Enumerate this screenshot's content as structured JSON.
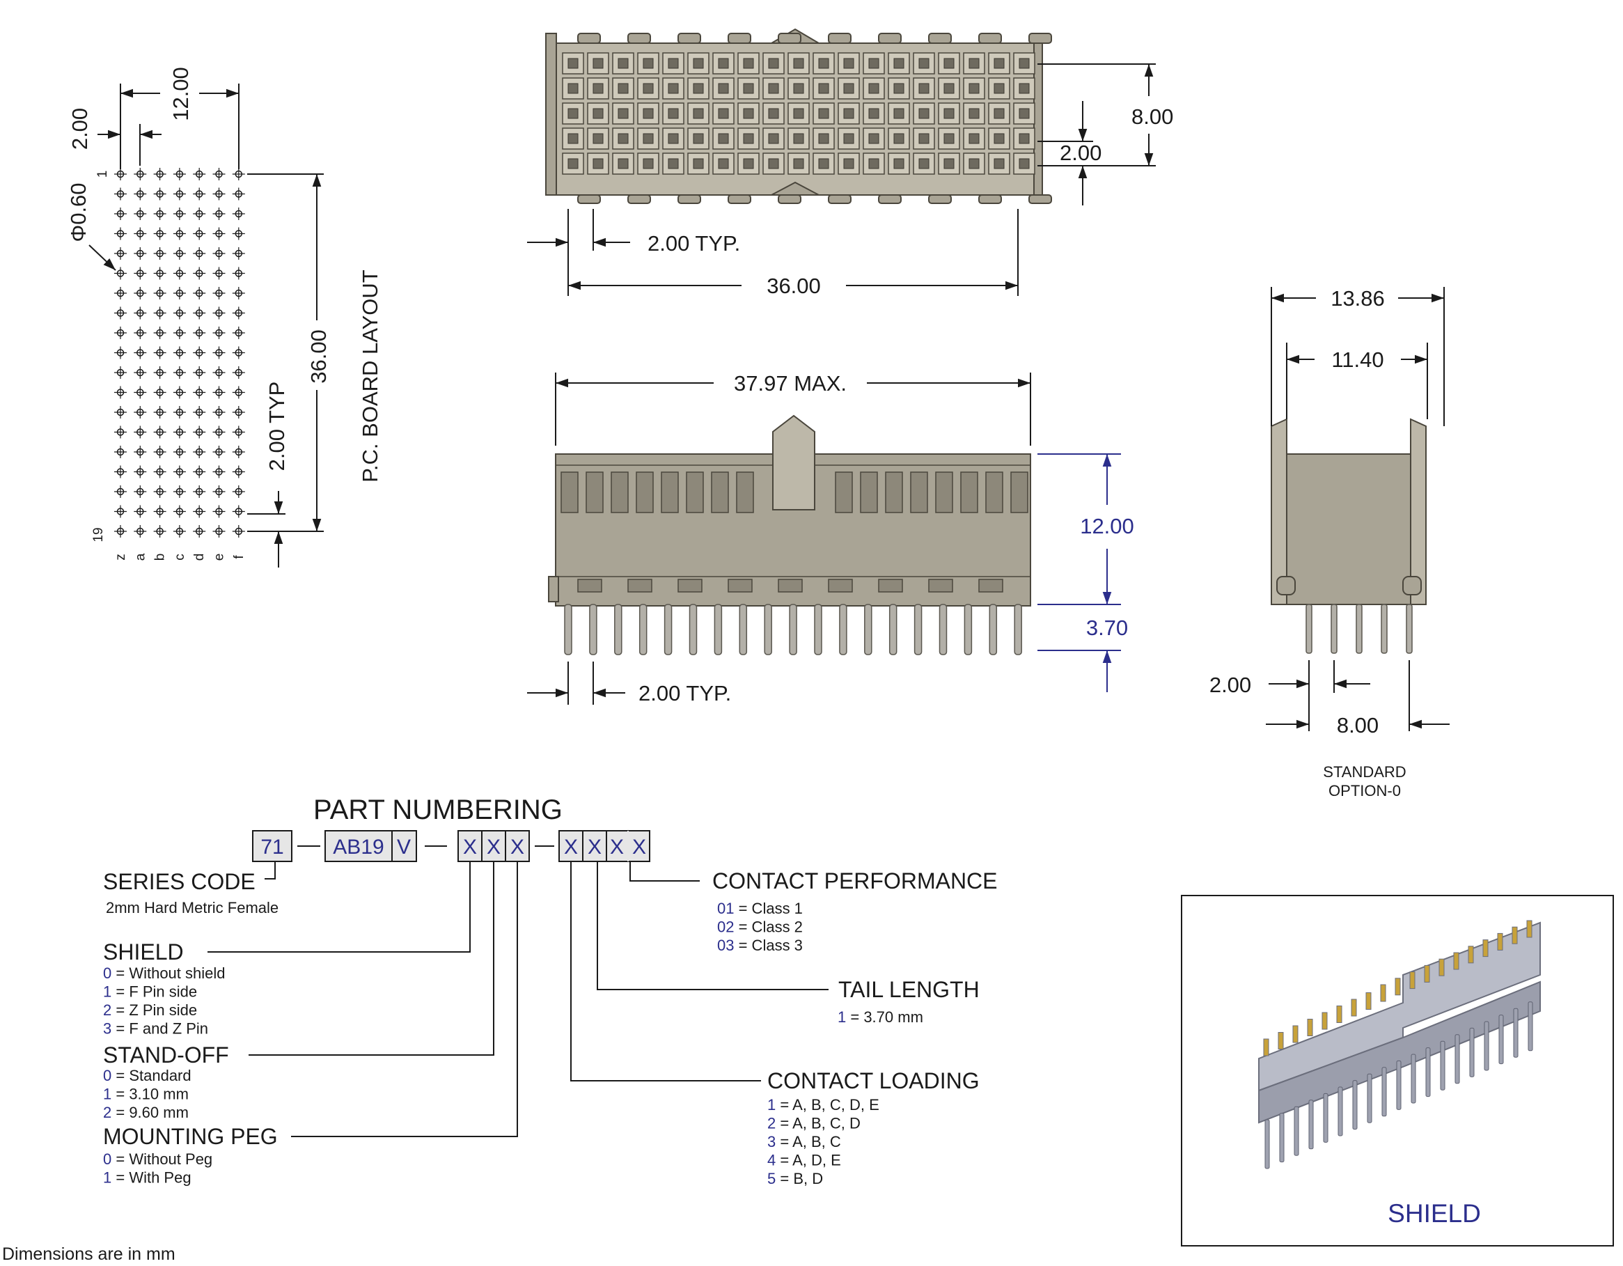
{
  "pcb_layout": {
    "title": "P.C. BOARD LAYOUT",
    "dim_pitch_top": "2.00",
    "dim_width": "12.00",
    "dim_hole": "0.60",
    "hole_symbol": "Φ",
    "dim_length": "36.00",
    "dim_typ": "2.00 TYP",
    "row_first": "1",
    "row_last": "19",
    "columns": [
      "z",
      "a",
      "b",
      "c",
      "d",
      "e",
      "f"
    ]
  },
  "top_view": {
    "dim_height": "8.00",
    "dim_row_pitch": "2.00",
    "dim_pitch_typ": "2.00 TYP.",
    "dim_length": "36.00"
  },
  "front_view": {
    "dim_max": "37.97 MAX.",
    "dim_height": "12.00",
    "dim_tail": "3.70",
    "dim_pitch_typ": "2.00 TYP."
  },
  "side_view": {
    "dim_outer": "13.86",
    "dim_inner": "11.40",
    "dim_pitch": "2.00",
    "dim_span": "8.00",
    "caption_line1": "STANDARD",
    "caption_line2": "OPTION-0"
  },
  "part_numbering": {
    "title": "PART NUMBERING",
    "box_series": "71",
    "box_model": "AB19",
    "box_v": "V",
    "placeholder": "X",
    "series_code": {
      "heading": "SERIES CODE",
      "desc": "2mm Hard Metric Female"
    },
    "shield": {
      "heading": "SHIELD",
      "options": [
        {
          "code": "0",
          "text": " = Without shield"
        },
        {
          "code": "1",
          "text": " =  F Pin side"
        },
        {
          "code": "2",
          "text": " =  Z Pin side"
        },
        {
          "code": "3",
          "text": " =  F and Z Pin"
        }
      ]
    },
    "stand_off": {
      "heading": "STAND-OFF",
      "options": [
        {
          "code": "0",
          "text": " = Standard"
        },
        {
          "code": "1",
          "text": " = 3.10 mm"
        },
        {
          "code": "2",
          "text": " = 9.60 mm"
        }
      ]
    },
    "mounting_peg": {
      "heading": "MOUNTING PEG",
      "options": [
        {
          "code": "0",
          "text": " = Without Peg"
        },
        {
          "code": "1",
          "text": " = With Peg"
        }
      ]
    },
    "contact_performance": {
      "heading": "CONTACT PERFORMANCE",
      "options": [
        {
          "code": "01",
          "text": " = Class 1"
        },
        {
          "code": "02",
          "text": " = Class 2"
        },
        {
          "code": "03",
          "text": " = Class 3"
        }
      ]
    },
    "tail_length": {
      "heading": "TAIL LENGTH",
      "options": [
        {
          "code": "1",
          "text": " = 3.70 mm"
        }
      ]
    },
    "contact_loading": {
      "heading": "CONTACT LOADING",
      "options": [
        {
          "code": "1",
          "text": " = A, B, C, D, E"
        },
        {
          "code": "2",
          "text": " = A, B, C, D"
        },
        {
          "code": "3",
          "text": " = A, B, C"
        },
        {
          "code": "4",
          "text": " = A, D, E"
        },
        {
          "code": "5",
          "text": " = B, D"
        }
      ]
    }
  },
  "shield_box": {
    "label": "SHIELD"
  },
  "footer": {
    "note": "Dimensions are in mm"
  }
}
